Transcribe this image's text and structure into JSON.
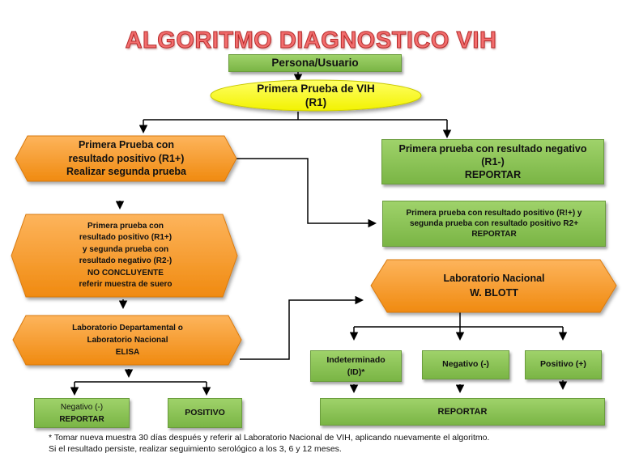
{
  "title": "ALGORITMO DIAGNOSTICO VIH",
  "nodes": {
    "persona": "Persona/Usuario",
    "primera_prueba": [
      "Primera Prueba de VIH",
      "(R1)"
    ],
    "positivo_r1": [
      "Primera Prueba con",
      "resultado positivo (R1+)",
      "Realizar segunda prueba"
    ],
    "negativo_r1": [
      "Primera prueba con resultado negativo",
      "(R1-)",
      "REPORTAR"
    ],
    "positivo_r2": [
      "Primera prueba con resultado positivo (R!+) y",
      "segunda prueba con resultado positivo R2+",
      "REPORTAR"
    ],
    "no_concluyente": [
      "Primera prueba con",
      "resultado positivo (R1+)",
      "y segunda prueba con",
      "resultado negativo (R2-)",
      "NO CONCLUYENTE",
      "referir muestra de suero"
    ],
    "lab_nacional": [
      "Laboratorio Nacional",
      "W. BLOTT"
    ],
    "lab_departamental": [
      "Laboratorio Departamental o",
      "Laboratorio Nacional",
      "ELISA"
    ],
    "indeterminado": [
      "Indeterminado",
      "(ID)*"
    ],
    "wb_negativo": "Negativo (-)",
    "wb_positivo": "Positivo (+)",
    "reportar_wb": "REPORTAR",
    "elisa_negativo": [
      "Negativo (-)",
      "REPORTAR"
    ],
    "elisa_positivo": "POSITIVO"
  },
  "footnote": [
    "* Tomar nueva muestra 30 días después y referir al Laboratorio Nacional  de VIH, aplicando nuevamente el algoritmo.",
    "Si el resultado persiste, realizar seguimiento serológico a los 3, 6 y 12 meses."
  ],
  "colors": {
    "title": "#f26d6d",
    "green": "#8cc453",
    "orange": "#f7941d",
    "yellow": "#ffff00"
  }
}
